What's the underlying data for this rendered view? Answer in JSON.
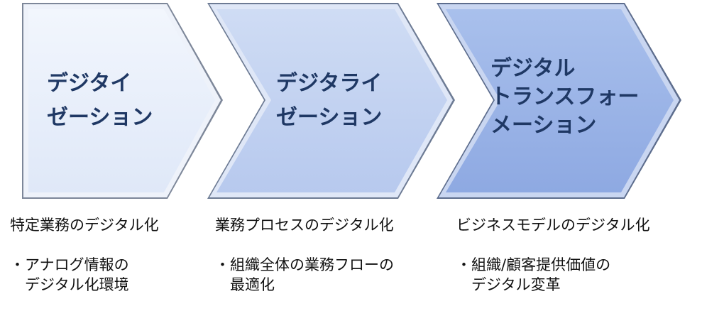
{
  "stages": [
    {
      "title_lines": [
        "デジタイ",
        "ゼーション"
      ],
      "fill_top": "#f2f6fd",
      "fill_bottom": "#dfe8f8",
      "description": "特定業務のデジタル化",
      "bullet_lines": [
        "・アナログ情報の",
        "デジタル化環境"
      ]
    },
    {
      "title_lines": [
        "デジタライ",
        "ゼーション"
      ],
      "fill_top": "#cfdcf4",
      "fill_bottom": "#b7c9ee",
      "description": "業務プロセスのデジタル化",
      "bullet_lines": [
        "・組織全体の業務フローの",
        "最適化"
      ]
    },
    {
      "title_lines": [
        "デジタル",
        "トランスフォー",
        "メーション"
      ],
      "fill_top": "#a9c0ec",
      "fill_bottom": "#8ea9e2",
      "description": "ビジネスモデルのデジタル化",
      "bullet_lines": [
        "・組織/顧客提供価値の",
        "デジタル変革"
      ]
    }
  ],
  "colors": {
    "title_text": "#1f3864",
    "bevel_dark": "#6c7a8f",
    "bevel_light": "#ffffff"
  }
}
